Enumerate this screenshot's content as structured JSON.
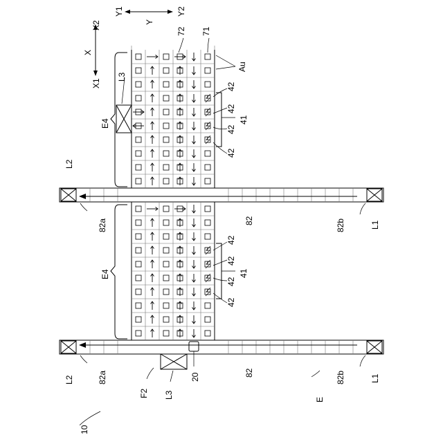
{
  "labels": {
    "fig_ref": "10",
    "y1": "Y1",
    "y": "Y",
    "y2": "Y2",
    "x": "X",
    "x1": "X1",
    "x2": "X2",
    "ref72": "72",
    "ref71": "71",
    "au": "Au",
    "l3_top": "L3",
    "e4_top": "E4",
    "e4_bottom": "E4",
    "ref41_top": "41",
    "ref41_bottom": "41",
    "ref42": "42",
    "l2_top": "L2",
    "l2_bottom": "L2",
    "ref82a_top": "82a",
    "ref82a_bottom": "82a",
    "ref82_top": "82",
    "ref82_bottom": "82",
    "ref82b_top": "82b",
    "ref82b_bottom": "82b",
    "l1_top": "L1",
    "l1_bottom": "L1",
    "f2": "F2",
    "l3_bottom": "L3",
    "ref20": "20",
    "e": "E"
  }
}
